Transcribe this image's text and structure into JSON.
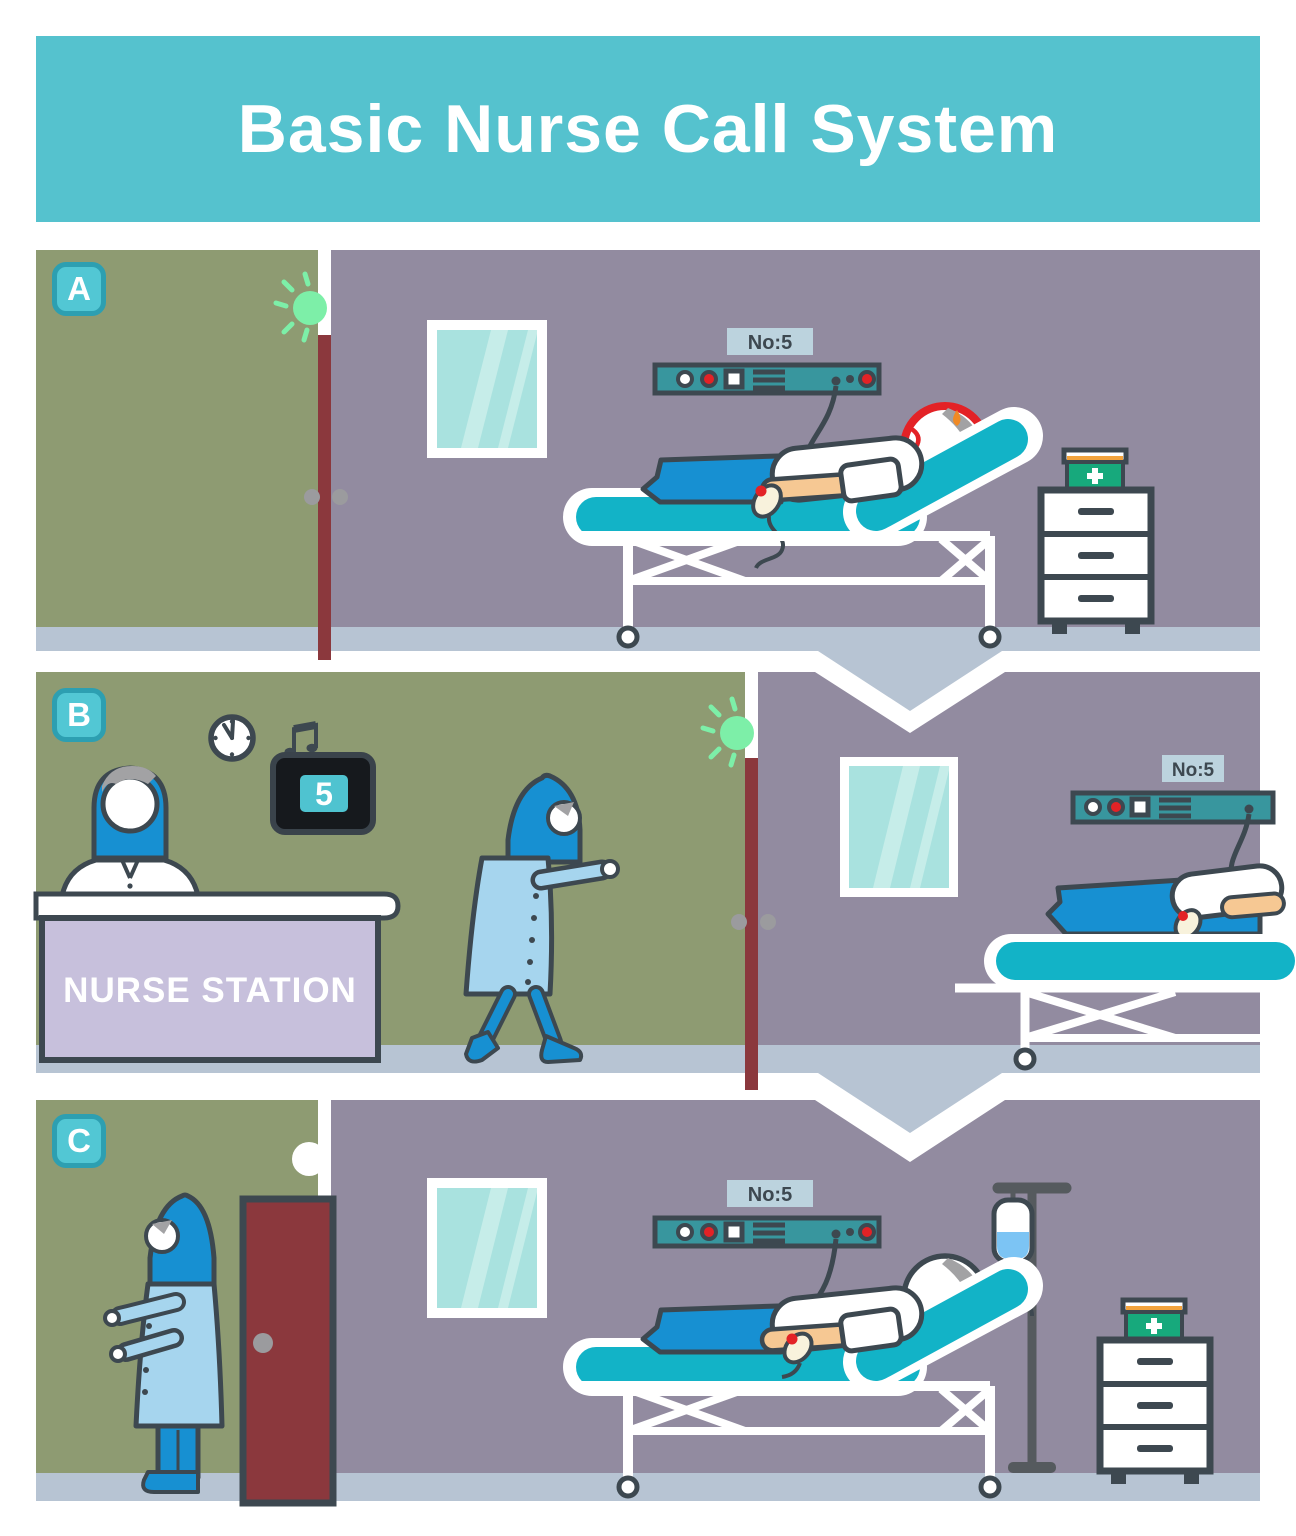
{
  "title": "Basic Nurse Call System",
  "panels": {
    "a": {
      "label": "A",
      "room_number": "No:5"
    },
    "b": {
      "label": "B",
      "room_number": "No:5",
      "display_value": "5",
      "desk_sign": "NURSE STATION"
    },
    "c": {
      "label": "C",
      "room_number": "No:5"
    }
  },
  "colors": {
    "banner_teal": "#55C2CE",
    "badge_teal": "#52C7D4",
    "badge_border_teal": "#2D9FB1",
    "hallway_olive": "#8E9B72",
    "room_purple": "#928BA0",
    "floor_gray": "#B7C4D3",
    "door_maroon": "#8B383D",
    "outline_dark": "#3D4850",
    "call_unit_teal": "#38969E",
    "bed_teal": "#12B3C7",
    "patient_blue": "#1790D2",
    "coat_light_blue": "#A6D5EE",
    "call_light_green": "#7DEFA8",
    "alert_red": "#E32226",
    "first_aid_green": "#17A97C",
    "lid_orange": "#F2A33C",
    "desk_lavender": "#C7C0DC",
    "room_label_bg": "#BCD3DE",
    "display_black": "#16191D",
    "display_screen_teal": "#4FC3D0",
    "skin": "#F6C893",
    "hair_gray": "#A2A2A4",
    "iv_fluid_blue": "#7CC4F4"
  }
}
